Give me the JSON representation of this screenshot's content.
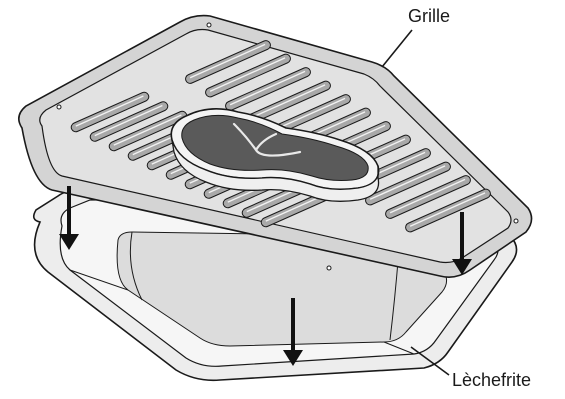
{
  "labels": {
    "grille": "Grille",
    "lechefrite": "Lèchefrite"
  },
  "colors": {
    "outline": "#1a1a1a",
    "grille_fill": "#d4d4d4",
    "grille_inner": "#e2e2e2",
    "slot_fill": "#a9a9a9",
    "pan_fill": "#ededed",
    "pan_bottom": "#dcdcdc",
    "meat_fill": "#5a5a5a",
    "fat_fill": "#f4f4f4",
    "arrow": "#111111"
  },
  "icons": {
    "arrows": "down-arrow",
    "meat": "t-bone-steak"
  }
}
